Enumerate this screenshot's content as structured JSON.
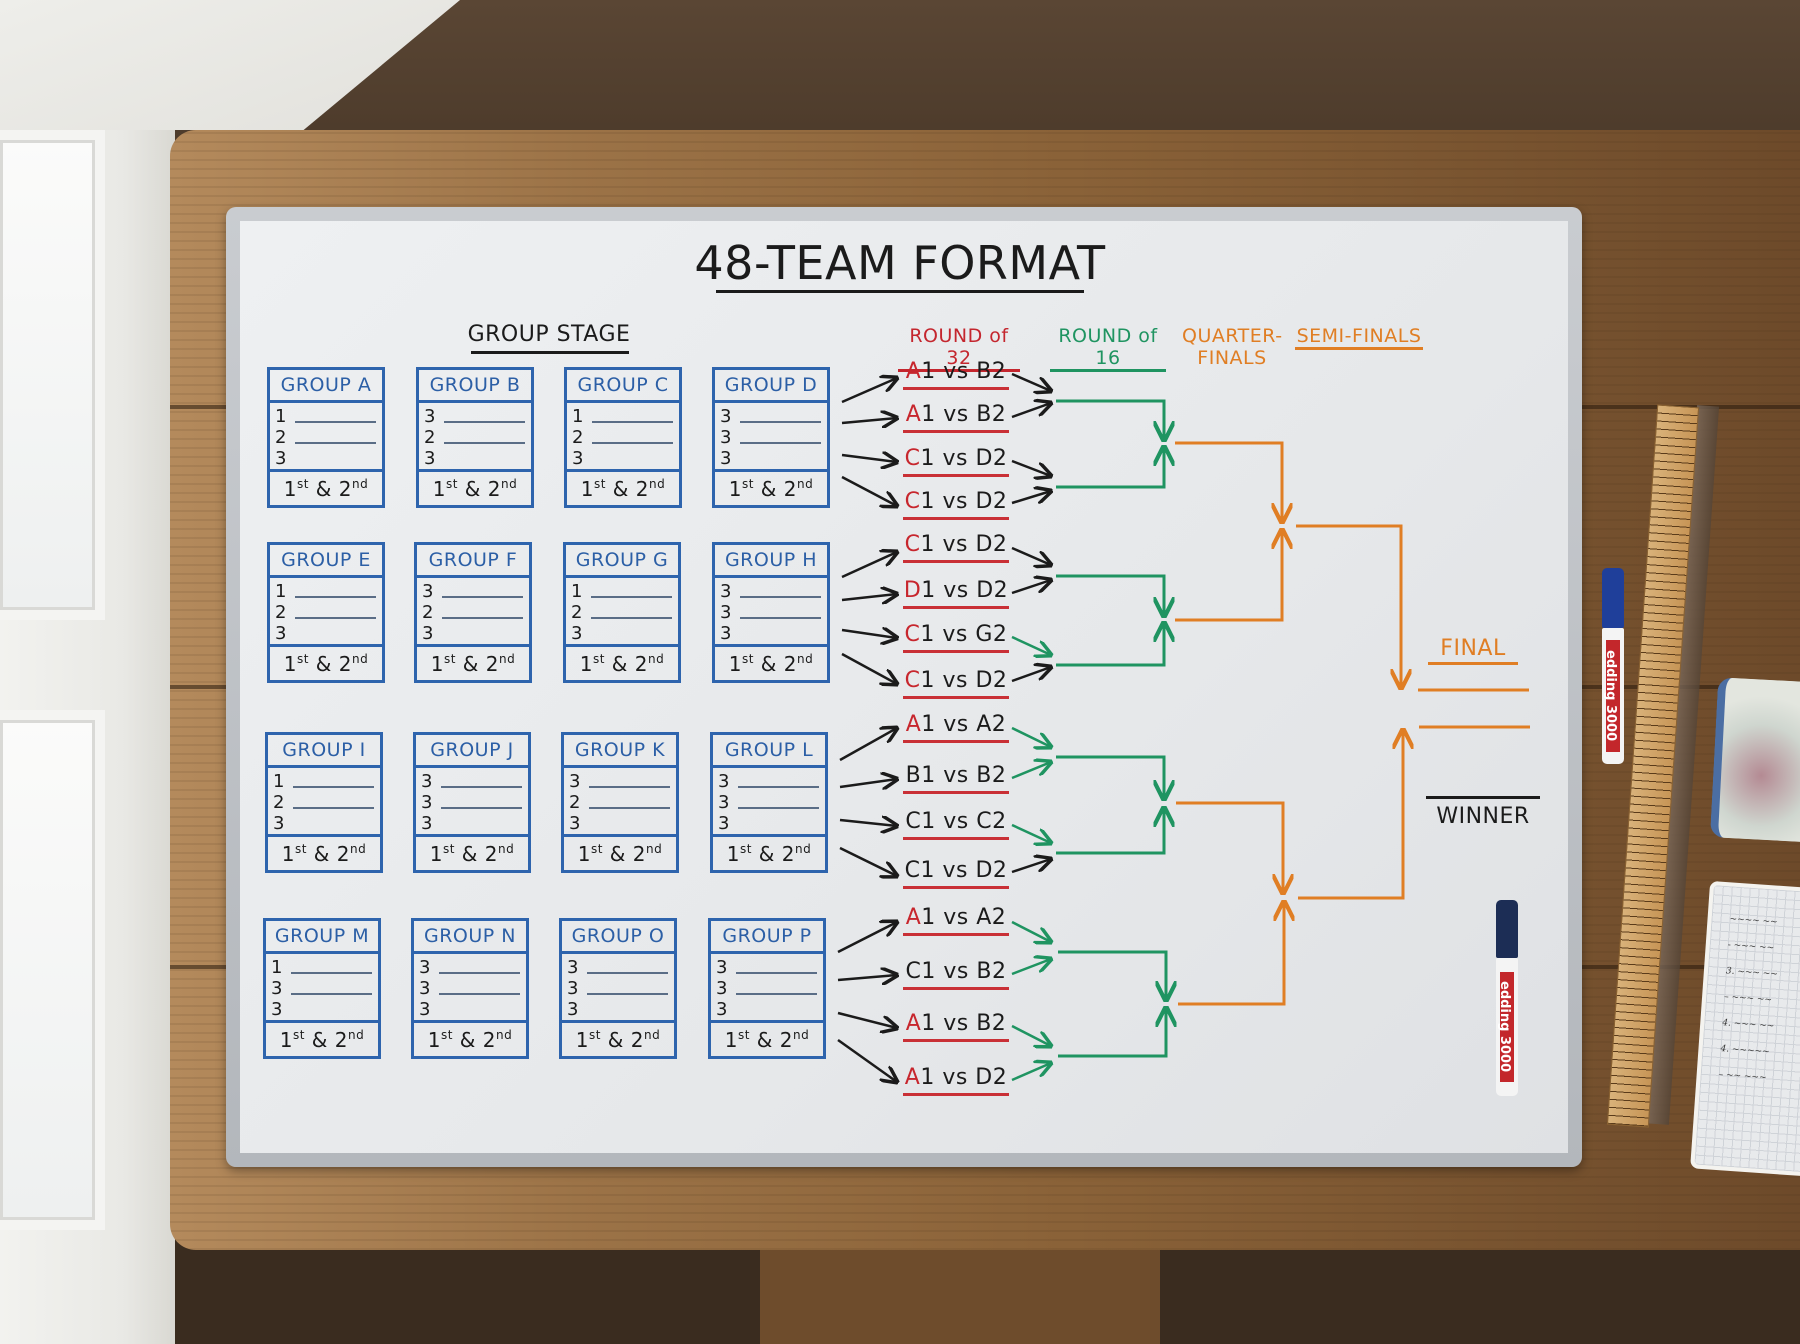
{
  "scene": {
    "description": "Whiteboard tournament bracket on wooden desk",
    "colors": {
      "group_blue": "#2e64ad",
      "round32_red": "#c4262e",
      "round16_green": "#1f9461",
      "knockout_orange": "#e07e24",
      "ink_black": "#1b1b1b",
      "board_white": "#e8eaec",
      "desk_wood": "#9c7347"
    }
  },
  "board": {
    "title": "48-TEAM FORMAT",
    "group_stage_label": "GROUP STAGE",
    "groups": [
      {
        "name": "GROUP A",
        "rows": [
          "1",
          "2",
          "3"
        ],
        "footer": "1st & 2nd"
      },
      {
        "name": "GROUP B",
        "rows": [
          "3",
          "2",
          "3"
        ],
        "footer": "1st & 2nd"
      },
      {
        "name": "GROUP C",
        "rows": [
          "1",
          "2",
          "3"
        ],
        "footer": "1st & 2nd"
      },
      {
        "name": "GROUP D",
        "rows": [
          "3",
          "3",
          "3"
        ],
        "footer": "1st & 2nd"
      },
      {
        "name": "GROUP E",
        "rows": [
          "1",
          "2",
          "3"
        ],
        "footer": "1st & 2nd"
      },
      {
        "name": "GROUP F",
        "rows": [
          "3",
          "2",
          "3"
        ],
        "footer": "1st & 2nd"
      },
      {
        "name": "GROUP G",
        "rows": [
          "1",
          "2",
          "3"
        ],
        "footer": "1st & 2nd"
      },
      {
        "name": "GROUP H",
        "rows": [
          "3",
          "3",
          "3"
        ],
        "footer": "1st & 2nd"
      },
      {
        "name": "GROUP I",
        "rows": [
          "1",
          "2",
          "3"
        ],
        "footer": "1st & 2nd"
      },
      {
        "name": "GROUP J",
        "rows": [
          "3",
          "3",
          "3"
        ],
        "footer": "1st & 2nd"
      },
      {
        "name": "GROUP K",
        "rows": [
          "3",
          "2",
          "3"
        ],
        "footer": "1st & 2nd"
      },
      {
        "name": "GROUP L",
        "rows": [
          "3",
          "3",
          "3"
        ],
        "footer": "1st & 2nd"
      },
      {
        "name": "GROUP M",
        "rows": [
          "1",
          "3",
          "3"
        ],
        "footer": "1st & 2nd"
      },
      {
        "name": "GROUP N",
        "rows": [
          "3",
          "3",
          "3"
        ],
        "footer": "1st & 2nd"
      },
      {
        "name": "GROUP O",
        "rows": [
          "3",
          "3",
          "3"
        ],
        "footer": "1st & 2nd"
      },
      {
        "name": "GROUP P",
        "rows": [
          "3",
          "3",
          "3"
        ],
        "footer": "1st & 2nd"
      }
    ],
    "knockout_headers": {
      "round_of_32": "ROUND of 32",
      "round_of_16": "ROUND of 16",
      "quarter_finals_line1": "QUARTER-",
      "quarter_finals_line2": "FINALS",
      "semi_finals": "SEMI-FINALS",
      "final": "FINAL",
      "winner": "WINNER"
    },
    "round_of_32": [
      {
        "first": "A",
        "rest": "1 vs B2",
        "out_arrow": "black"
      },
      {
        "first": "A",
        "rest": "1 vs B2",
        "out_arrow": "black"
      },
      {
        "first": "C",
        "rest": "1 vs D2",
        "out_arrow": "black"
      },
      {
        "first": "C",
        "rest": "1 vs D2",
        "out_arrow": "black"
      },
      {
        "first": "C",
        "rest": "1 vs D2",
        "out_arrow": "black"
      },
      {
        "first": "D",
        "rest": "1 vs D2",
        "out_arrow": "black"
      },
      {
        "first": "C",
        "rest": "1 vs G2",
        "out_arrow": "green"
      },
      {
        "first": "C",
        "rest": "1 vs D2",
        "out_arrow": "black"
      },
      {
        "first": "A",
        "rest": "1 vs A2",
        "out_arrow": "green"
      },
      {
        "first": "B",
        "rest": "1 vs B2",
        "out_arrow": "green",
        "first_black": true
      },
      {
        "first": "C",
        "rest": "1 vs C2",
        "out_arrow": "green",
        "first_black": true
      },
      {
        "first": "C",
        "rest": "1 vs D2",
        "out_arrow": "black",
        "first_black": true
      },
      {
        "first": "A",
        "rest": "1 vs A2",
        "out_arrow": "green"
      },
      {
        "first": "C",
        "rest": "1 vs B2",
        "out_arrow": "green",
        "first_black": true
      },
      {
        "first": "A",
        "rest": "1 vs B2",
        "out_arrow": "green"
      },
      {
        "first": "A",
        "rest": "1 vs D2",
        "out_arrow": "green"
      }
    ]
  },
  "desk_props": {
    "marker_blue": {
      "brand": "edding",
      "model": "3000",
      "label": "edding 3000",
      "cap_color": "#1f3f9a"
    },
    "marker_navy": {
      "brand": "edding",
      "model": "3000",
      "label": "edding 3000",
      "cap_color": "#1c2d55"
    },
    "ruler": "wooden ruler",
    "cloth": "cleaning cloth",
    "notebook": "grid notebook with handwritten notes"
  }
}
